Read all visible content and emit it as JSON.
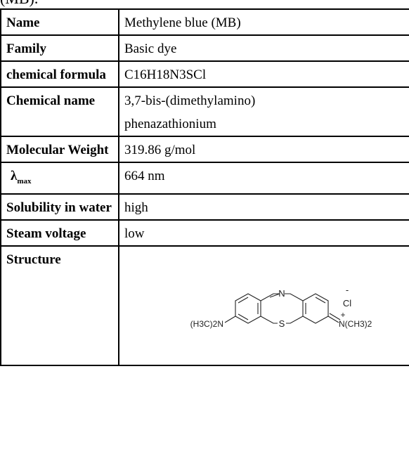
{
  "caption_fragment": "(MB).",
  "rows": [
    {
      "key": "Name",
      "value": "Methylene blue (MB)"
    },
    {
      "key": "Family",
      "value": "Basic dye"
    },
    {
      "key": "chemical formula",
      "value": "C16H18N3SCl"
    },
    {
      "key": "Chemical name",
      "value_lines": [
        "3,7-bis-(dimethylamino)",
        "phenazathionium"
      ]
    },
    {
      "key": "Molecular Weight",
      "value": "319.86 g/mol"
    },
    {
      "key_symbol": "λ",
      "key_subscript": "max",
      "value": "664 nm"
    },
    {
      "key": "Solubility in water",
      "value": "high"
    },
    {
      "key": "Steam voltage",
      "value": "low"
    },
    {
      "key": "Structure",
      "structure_labels": {
        "ring_n": "N",
        "ring_s": "S",
        "chloride": "Cl",
        "minus": "-",
        "plus": "+",
        "left_group": "(H3C)2N",
        "right_group": "N(CH3)2"
      }
    }
  ]
}
